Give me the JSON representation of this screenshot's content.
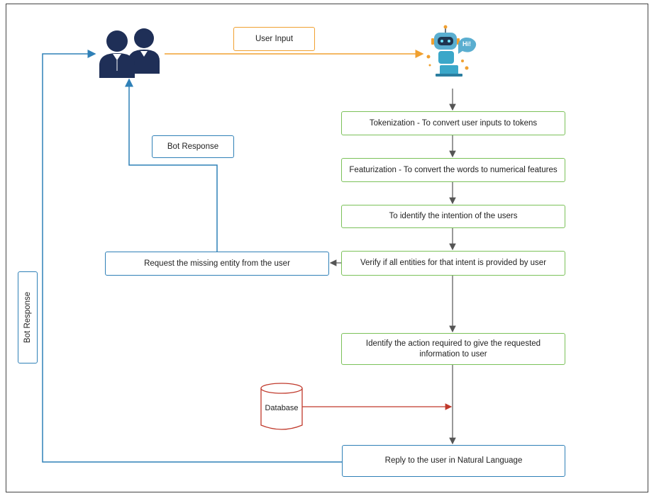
{
  "nodes": {
    "user_input": "User Input",
    "tokenization": "Tokenization - To convert user inputs to tokens",
    "featurization": "Featurization - To convert the words to numerical features",
    "intent": "To identify the intention of the users",
    "verify": "Verify if all entities for that intent is provided by user",
    "request_missing": "Request the missing entity from the user",
    "bot_response_top": "Bot Response",
    "identify_action": "Identify the action required to give the requested information to user",
    "database": "Database",
    "reply": "Reply to the user in Natural Language",
    "bot_response_side": "Bot Response",
    "bot_bubble": "Hi!"
  },
  "colors": {
    "green": "#7bc159",
    "blue": "#2f80b7",
    "orange": "#f0a030",
    "red": "#c0392b",
    "users": "#1f2f57",
    "robot": "#3aa7c9"
  },
  "icons": [
    "users-icon",
    "chatbot-icon",
    "database-icon"
  ]
}
